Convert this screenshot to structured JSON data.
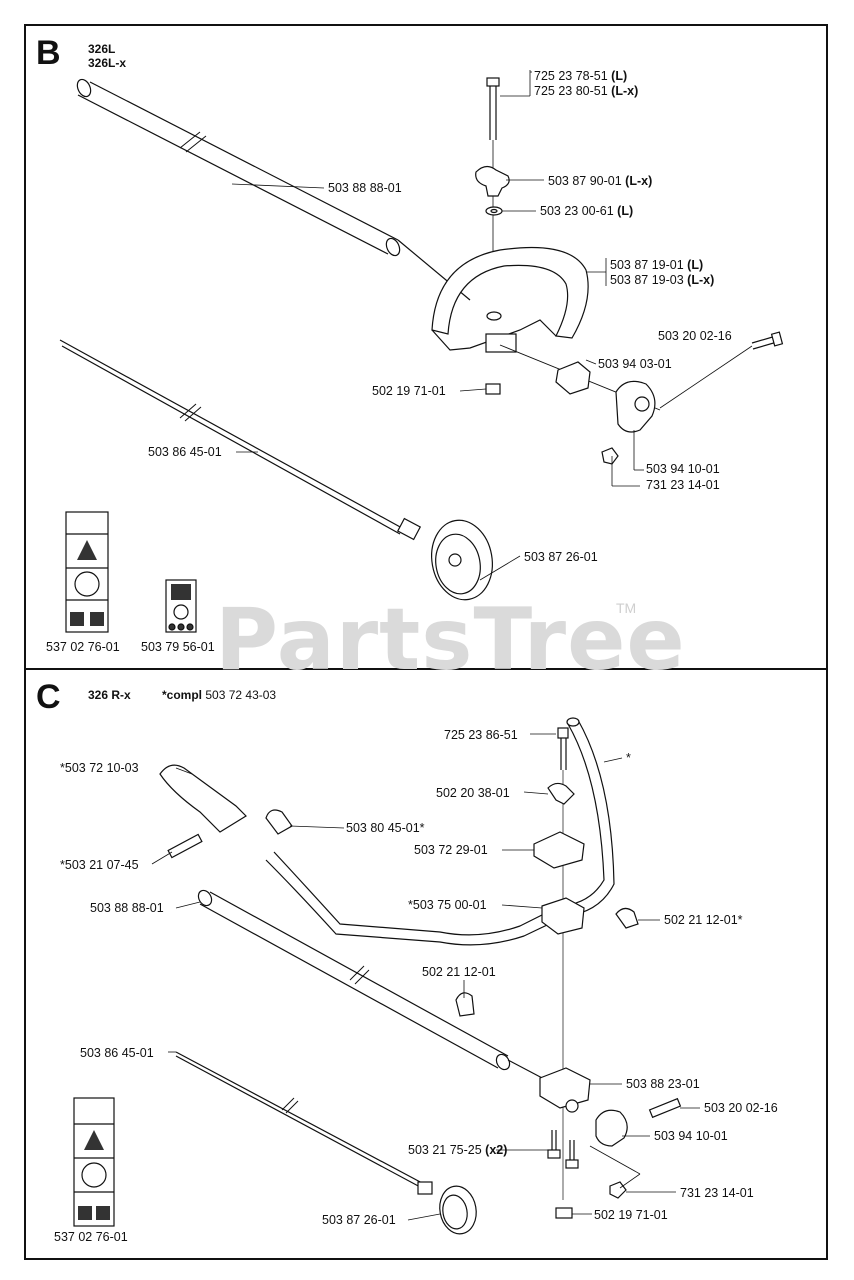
{
  "section_b": {
    "letter": "B",
    "models": [
      "326L",
      "326L-x"
    ],
    "labels": {
      "bolt_l": "725 23 78-51",
      "bolt_l_variant": "(L)",
      "bolt_lx": "725 23 80-51",
      "bolt_lx_variant": "(L-x)",
      "shaft_tube": "503 88 88-01",
      "knob": "503 87 90-01",
      "knob_variant": "(L-x)",
      "washer": "503 23 00-61",
      "washer_variant": "(L)",
      "handle_l": "503 87 19-01",
      "handle_l_variant": "(L)",
      "handle_lx": "503 87 19-03",
      "handle_lx_variant": "(L-x)",
      "screw": "503 20 02-16",
      "clamp": "503 94 03-01",
      "square_nut": "502 19 71-01",
      "drive_shaft": "503 86 45-01",
      "bracket": "503 94 10-01",
      "nut": "731 23 14-01",
      "reel": "503 87 26-01",
      "decal": "537 02 76-01",
      "decal2": "503 79 56-01"
    }
  },
  "section_c": {
    "letter": "C",
    "model": "326 R-x",
    "compl_prefix": "*compl",
    "compl_number": "503 72 43-03",
    "labels": {
      "bolt": "725 23 86-51",
      "handle_bar": "*",
      "grip": "*503 72 10-03",
      "knob": "502 20 38-01",
      "clip": "503 80 45-01*",
      "clamp_top": "503 72 29-01",
      "grip_screw": "*503 21 07-45",
      "clamp_block": "*503 75 00-01",
      "shaft_tube": "503 88 88-01",
      "knob_right": "502 21 12-01*",
      "tube_knob": "502 21 12-01",
      "drive_shaft": "503 86 45-01",
      "lower_clamp": "503 88 23-01",
      "screw": "503 20 02-16",
      "bracket": "503 94 10-01",
      "bolts": "503 21 75-25",
      "bolts_qty": "(x2)",
      "nut": "731 23 14-01",
      "reel": "503 87 26-01",
      "square_nut": "502 19 71-01",
      "decal": "537 02 76-01"
    }
  },
  "watermark": {
    "text": "PartsTree",
    "tm": "TM"
  }
}
